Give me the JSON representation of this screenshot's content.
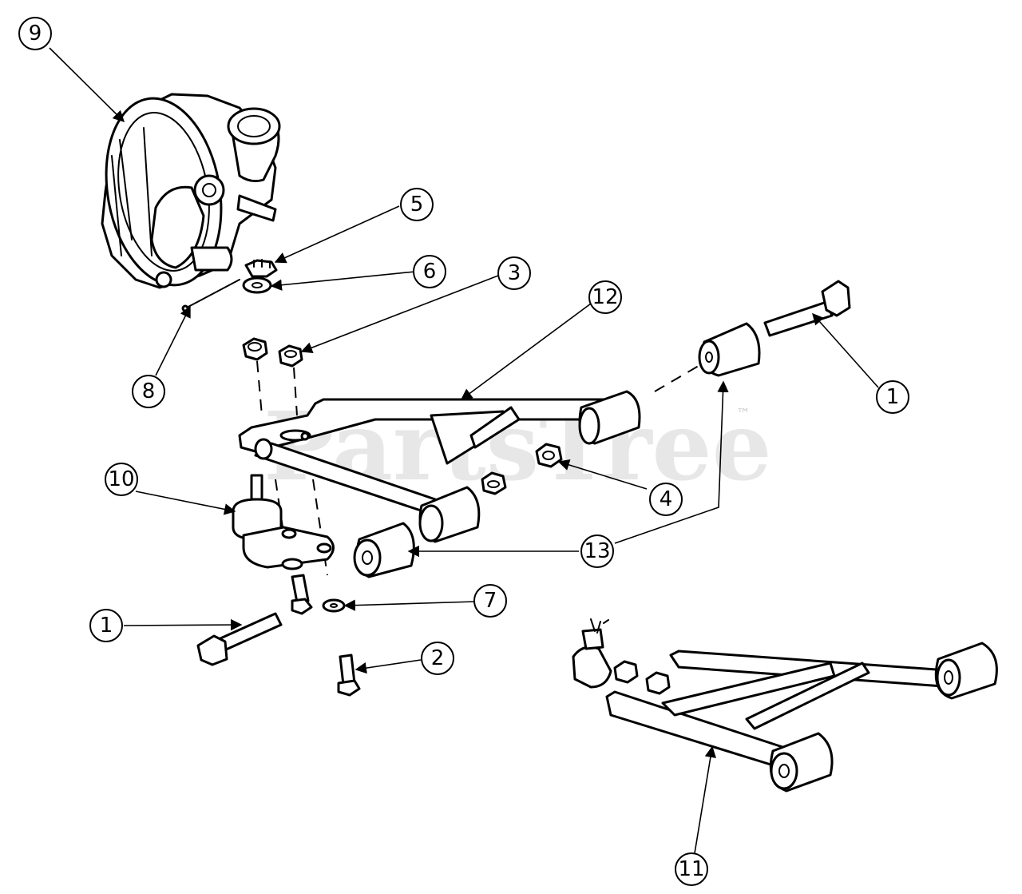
{
  "watermark": {
    "text": "PartsTree",
    "trademark": "™"
  },
  "callouts": [
    {
      "id": "9",
      "label": "9"
    },
    {
      "id": "5",
      "label": "5"
    },
    {
      "id": "6",
      "label": "6"
    },
    {
      "id": "3",
      "label": "3"
    },
    {
      "id": "12",
      "label": "12"
    },
    {
      "id": "8",
      "label": "8"
    },
    {
      "id": "1a",
      "label": "1"
    },
    {
      "id": "10",
      "label": "10"
    },
    {
      "id": "4",
      "label": "4"
    },
    {
      "id": "13",
      "label": "13"
    },
    {
      "id": "7",
      "label": "7"
    },
    {
      "id": "1b",
      "label": "1"
    },
    {
      "id": "2",
      "label": "2"
    },
    {
      "id": "11",
      "label": "11"
    }
  ]
}
